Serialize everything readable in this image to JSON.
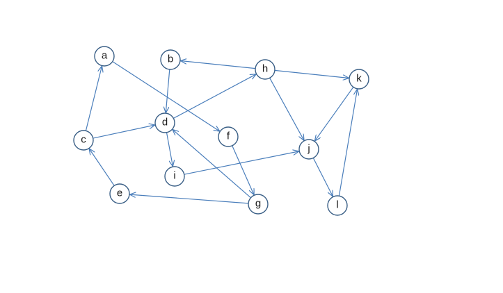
{
  "diagram": {
    "type": "directed-graph",
    "colors": {
      "edge": "#4a7ebb",
      "node_stroke": "#3a5f86",
      "node_fill": "#ffffff",
      "label": "#1a1a1a"
    },
    "nodes": [
      {
        "id": "a",
        "label": "a"
      },
      {
        "id": "b",
        "label": "b"
      },
      {
        "id": "c",
        "label": "c"
      },
      {
        "id": "d",
        "label": "d"
      },
      {
        "id": "e",
        "label": "e"
      },
      {
        "id": "f",
        "label": "f"
      },
      {
        "id": "g",
        "label": "g"
      },
      {
        "id": "h",
        "label": "h"
      },
      {
        "id": "i",
        "label": "i"
      },
      {
        "id": "j",
        "label": "j"
      },
      {
        "id": "k",
        "label": "k"
      },
      {
        "id": "l",
        "label": "l"
      }
    ],
    "edges": [
      {
        "from": "c",
        "to": "a"
      },
      {
        "from": "a",
        "to": "f"
      },
      {
        "from": "b",
        "to": "d"
      },
      {
        "from": "h",
        "to": "b"
      },
      {
        "from": "h",
        "to": "k"
      },
      {
        "from": "h",
        "to": "j"
      },
      {
        "from": "c",
        "to": "d"
      },
      {
        "from": "d",
        "to": "h"
      },
      {
        "from": "d",
        "to": "i"
      },
      {
        "from": "e",
        "to": "c"
      },
      {
        "from": "g",
        "to": "e"
      },
      {
        "from": "g",
        "to": "d"
      },
      {
        "from": "f",
        "to": "g"
      },
      {
        "from": "i",
        "to": "j"
      },
      {
        "from": "k",
        "to": "j"
      },
      {
        "from": "j",
        "to": "l"
      },
      {
        "from": "l",
        "to": "k"
      }
    ]
  }
}
